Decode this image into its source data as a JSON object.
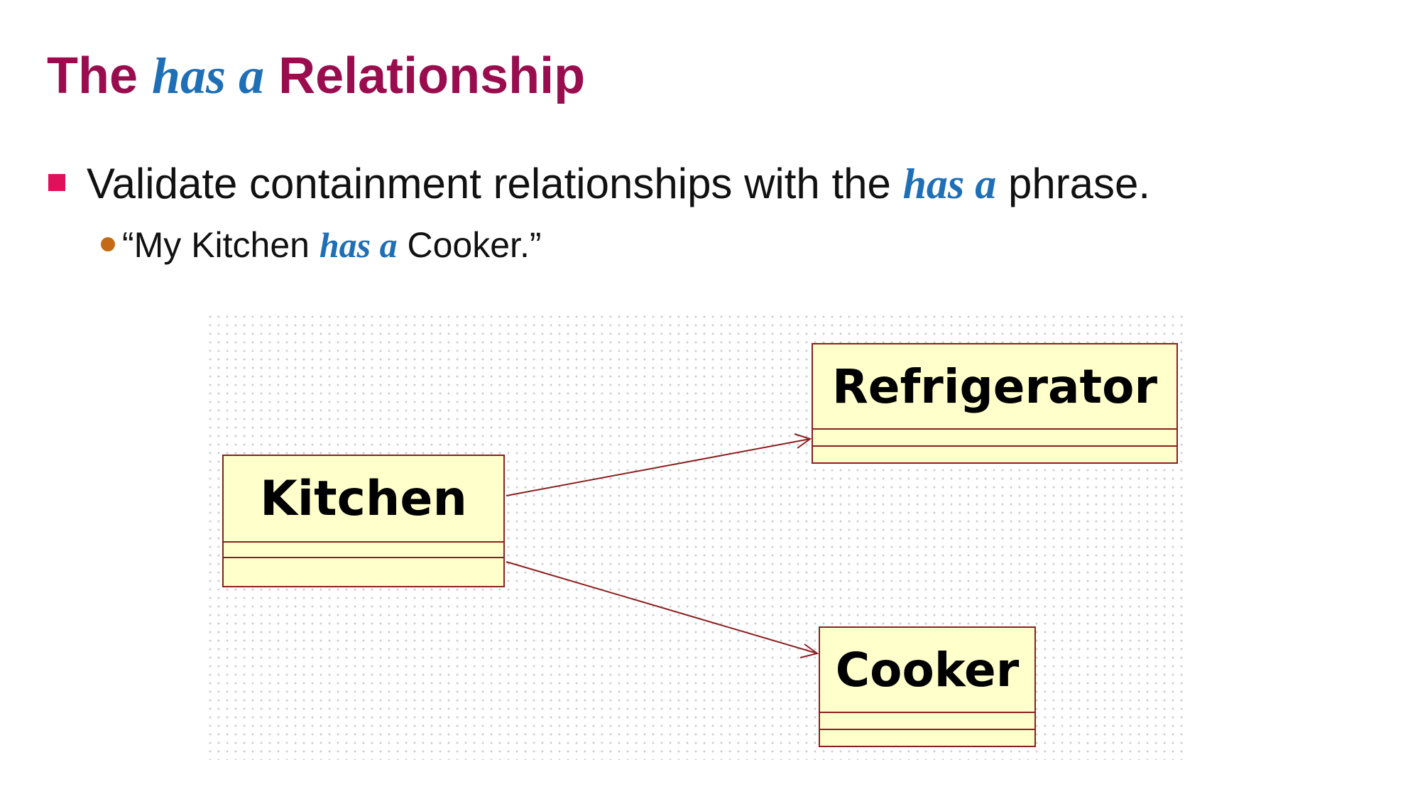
{
  "slide": {
    "title": {
      "prefix": "The ",
      "emphasis": "has a",
      "suffix": " Relationship"
    },
    "bullet_level1": {
      "prefix": "Validate containment relationships with the ",
      "emphasis": "has a",
      "suffix": " phrase."
    },
    "bullet_level2": {
      "prefix": "“My Kitchen ",
      "emphasis": "has a",
      "suffix": " Cooker.”"
    }
  },
  "diagram": {
    "classes": [
      {
        "id": "kitchen",
        "name": "Kitchen"
      },
      {
        "id": "refrigerator",
        "name": "Refrigerator"
      },
      {
        "id": "cooker",
        "name": "Cooker"
      }
    ],
    "associations": [
      {
        "from": "Kitchen",
        "to": "Refrigerator",
        "navigable": true
      },
      {
        "from": "Kitchen",
        "to": "Cooker",
        "navigable": true
      }
    ]
  },
  "colors": {
    "title": "#990d4f",
    "emphasis": "#1f6fb6",
    "bullet_square": "#e0105a",
    "bullet_dot": "#c46a14",
    "class_fill": "#ffffcb",
    "class_border": "#8b1f1f",
    "association_line": "#8b1f1f"
  }
}
